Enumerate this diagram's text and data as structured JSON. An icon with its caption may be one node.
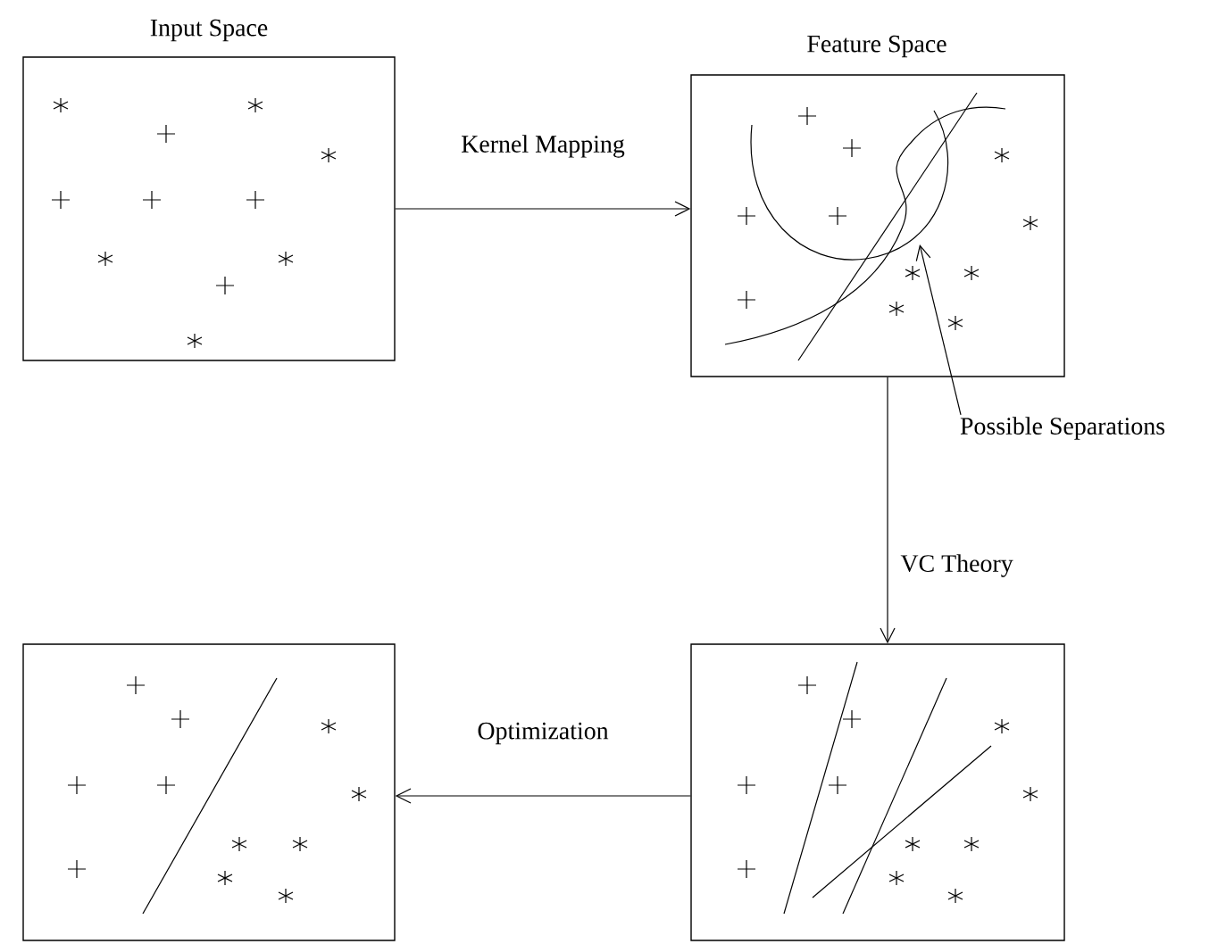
{
  "diagram": {
    "nodes": [
      {
        "text": [
          "Input Space"
        ]
      },
      {
        "text": [
          "Feature Space"
        ]
      },
      {
        "text": [],
        "shape": "box"
      },
      {
        "text": [],
        "shape": "box"
      },
      {
        "text": [
          "Possible Separations"
        ]
      }
    ],
    "edges": [
      {
        "from": 0,
        "to": 1,
        "arrow": "to",
        "label": "Kernel Mapping"
      },
      {
        "from": 1,
        "to": 3,
        "arrow": "to",
        "label": "VC Theory"
      },
      {
        "from": 3,
        "to": 2,
        "arrow": "to",
        "label": "Optimization"
      },
      {
        "from": 4,
        "to": 1,
        "arrow": "to"
      }
    ]
  }
}
